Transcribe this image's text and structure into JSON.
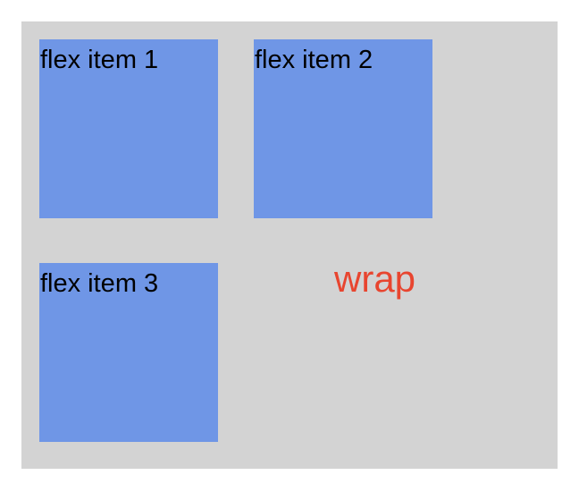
{
  "items": [
    {
      "label": "flex item 1"
    },
    {
      "label": "flex item 2"
    },
    {
      "label": "flex item 3"
    }
  ],
  "annotation": {
    "text": "wrap"
  },
  "colors": {
    "container_bg": "#d3d3d3",
    "item_bg": "#6f96e6",
    "annotation": "#e8452f"
  }
}
